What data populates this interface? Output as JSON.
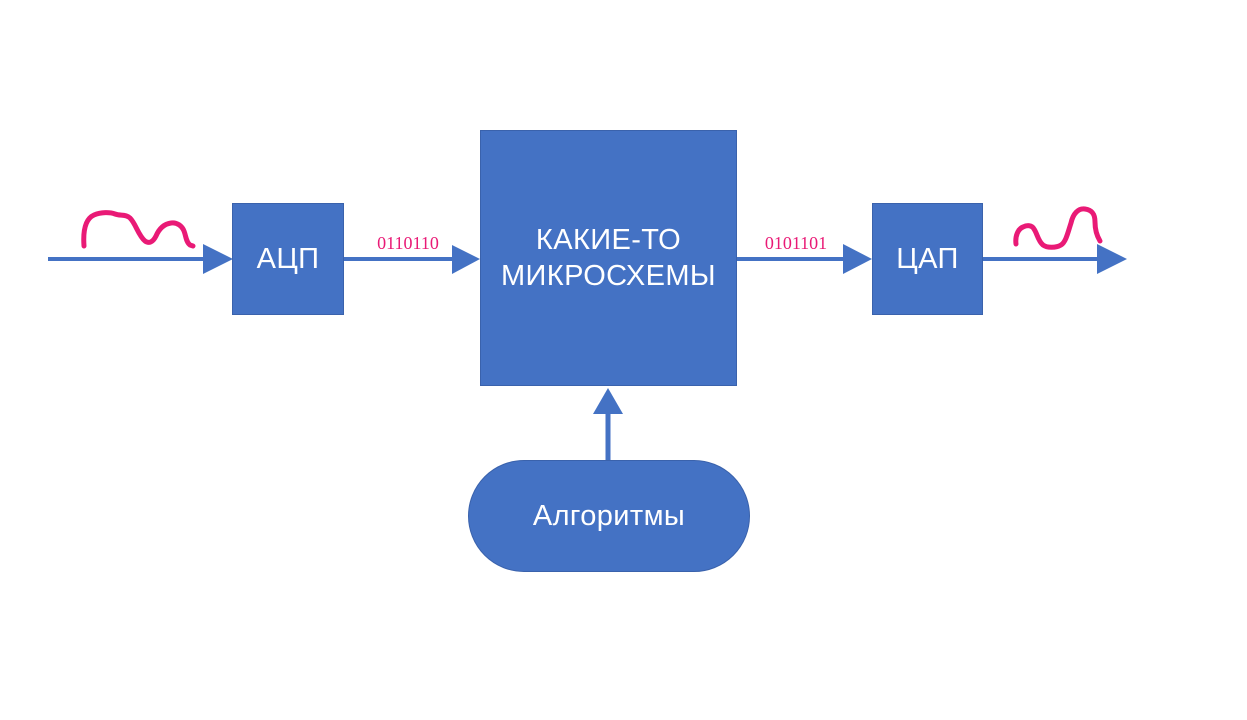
{
  "colors": {
    "node_fill": "#4472C4",
    "node_border": "#3A62AC",
    "node_text": "#FFFFFF",
    "connector_blue": "#4472C4",
    "signal_pink": "#E91A76"
  },
  "nodes": {
    "adc": {
      "label": "АЦП"
    },
    "chips": {
      "line1": "КАКИЕ-ТО",
      "line2": "МИКРОСХЕМЫ"
    },
    "dac": {
      "label": "ЦАП"
    },
    "algorithms": {
      "label": "Алгоритмы"
    }
  },
  "connectors": {
    "adc_to_chips": {
      "bits": "0110110"
    },
    "chips_to_dac": {
      "bits": "0101101"
    }
  },
  "icons": {
    "input_signal": "analog-waveform-icon",
    "output_signal": "analog-waveform-icon"
  }
}
